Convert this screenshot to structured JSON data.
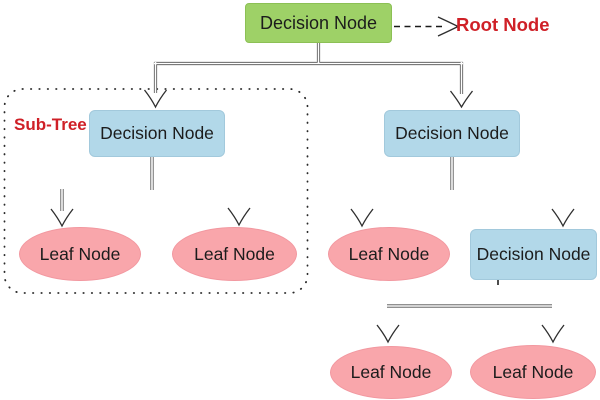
{
  "diagram": {
    "kind": "decision-tree",
    "annotations": {
      "root_pointer": "Root Node",
      "subtree": "Sub-Tree"
    },
    "nodes": {
      "root": {
        "label": "Decision Node",
        "kind": "decision",
        "role": "root"
      },
      "left_decision": {
        "label": "Decision Node",
        "kind": "decision"
      },
      "left_leaf_a": {
        "label": "Leaf Node",
        "kind": "leaf"
      },
      "left_leaf_b": {
        "label": "Leaf Node",
        "kind": "leaf"
      },
      "right_decision": {
        "label": "Decision Node",
        "kind": "decision"
      },
      "right_leaf": {
        "label": "Leaf Node",
        "kind": "leaf"
      },
      "right_sub_decision": {
        "label": "Decision Node",
        "kind": "decision"
      },
      "bottom_leaf_a": {
        "label": "Leaf Node",
        "kind": "leaf"
      },
      "bottom_leaf_b": {
        "label": "Leaf Node",
        "kind": "leaf"
      }
    },
    "edges": [
      [
        "root",
        "left_decision"
      ],
      [
        "root",
        "right_decision"
      ],
      [
        "left_decision",
        "left_leaf_a"
      ],
      [
        "left_decision",
        "left_leaf_b"
      ],
      [
        "right_decision",
        "right_leaf"
      ],
      [
        "right_decision",
        "right_sub_decision"
      ],
      [
        "right_sub_decision",
        "bottom_leaf_a"
      ],
      [
        "right_sub_decision",
        "bottom_leaf_b"
      ]
    ],
    "subtree_members": [
      "left_decision",
      "left_leaf_a",
      "left_leaf_b"
    ],
    "colors": {
      "root_fill": "#9ed167",
      "decision_fill": "#b2d8e9",
      "leaf_fill": "#f9a6ab",
      "annotation_text": "#cf2027",
      "connector_line": "#4d4d4d",
      "node_text": "#1c1c1c",
      "background": "#ffffff"
    }
  }
}
